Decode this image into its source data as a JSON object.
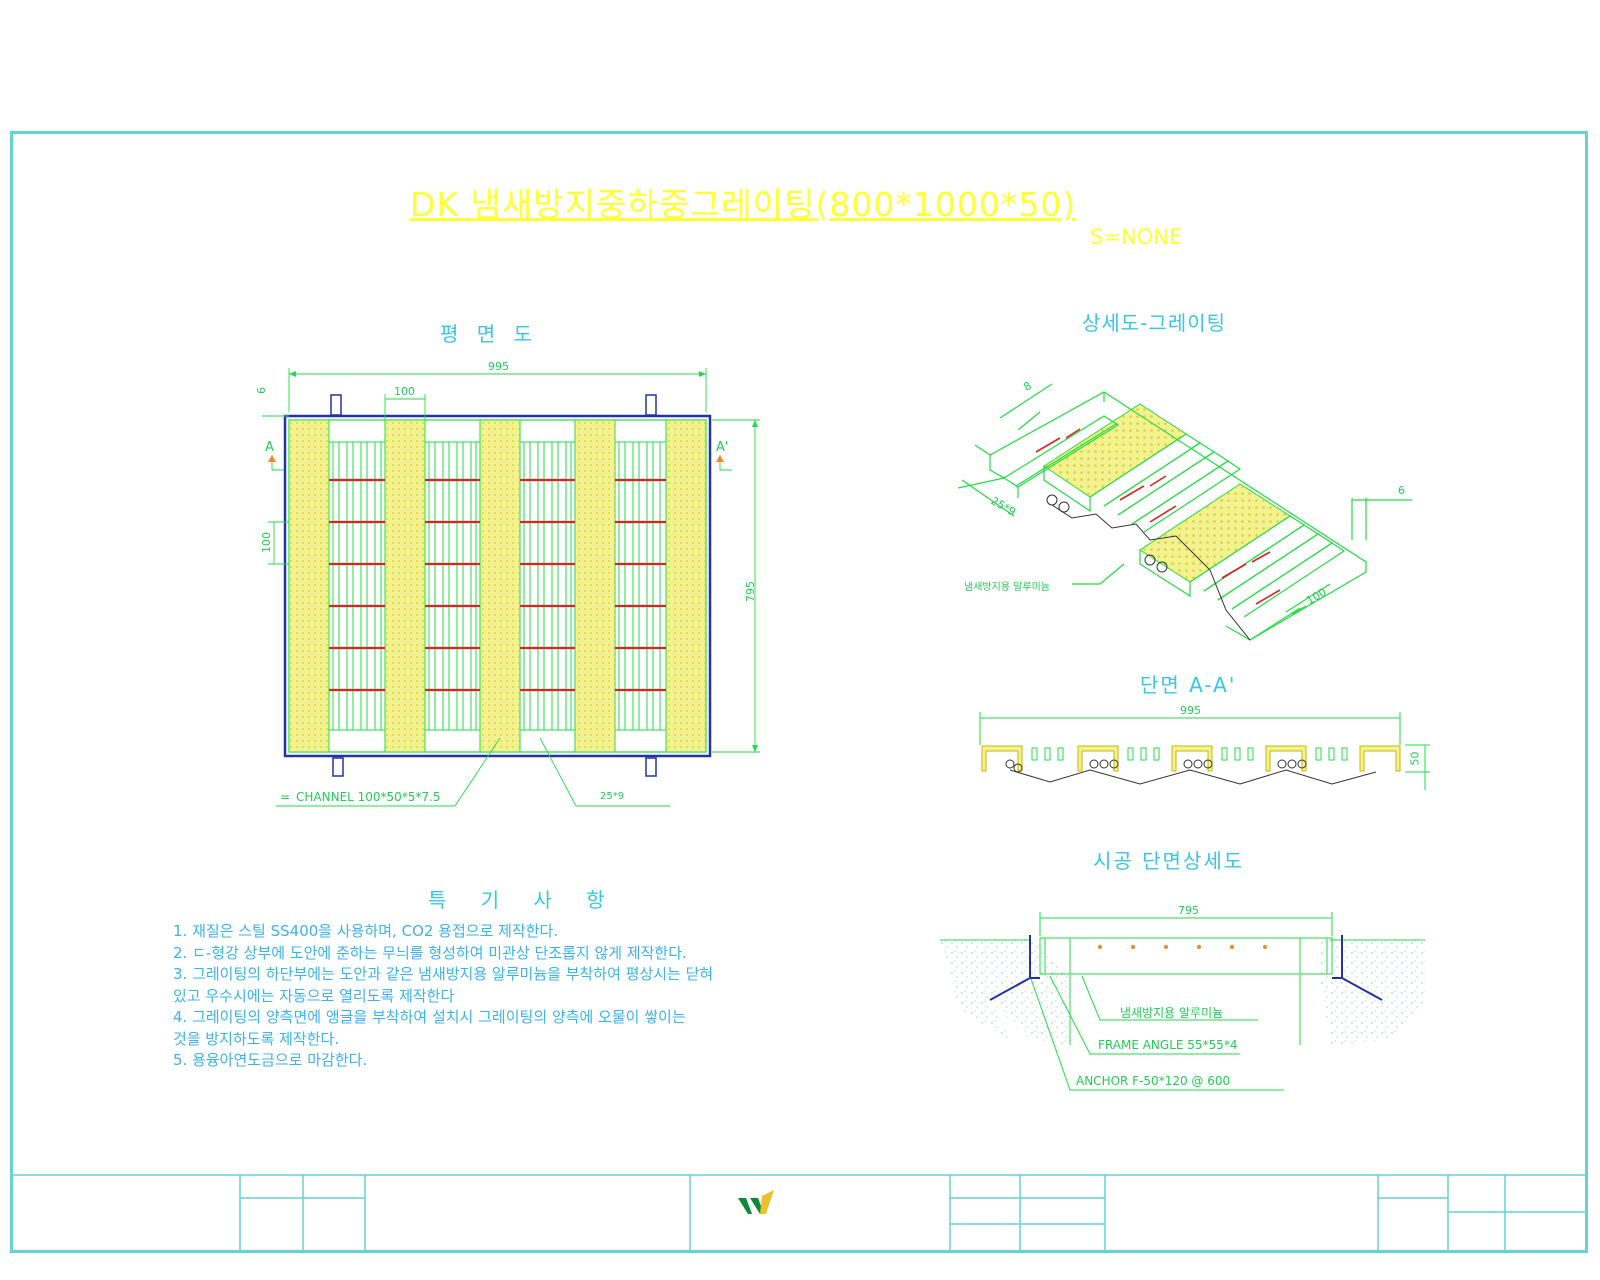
{
  "drawing": {
    "title": "DK 냄새방지중하중그레이팅(800*1000*50)",
    "scale": "S=NONE"
  },
  "views": {
    "plan": {
      "title": "평 면 도",
      "dim_width": "995",
      "dim_height": "795",
      "dim_pitch_top": "100",
      "dim_pitch_left": "100",
      "dim_edge": "6",
      "section_left": "A",
      "section_right": "A'",
      "callout_channel": "CHANNEL 100*50*5*7.5",
      "callout_bar": "25*9"
    },
    "detail": {
      "title": "상세도-그레이팅",
      "dim_top": "8",
      "dim_right": "6",
      "dim_bar": "25*9",
      "dim_pitch": "100",
      "callout_flap": "냄새방지용 알루미늄"
    },
    "section": {
      "title": "단면 A-A'",
      "dim_width": "995",
      "dim_height": "50"
    },
    "install": {
      "title": "시공 단면상세도",
      "dim_width": "795",
      "callout_flap": "냄새방지용 알루미늄",
      "callout_frame": "FRAME ANGLE 55*55*4",
      "callout_anchor": "ANCHOR F-50*120 @ 600"
    }
  },
  "notes": {
    "title": "특 기 사 항",
    "items": [
      "1.  재질은 스틸 SS400을 사용하며, CO2 용접으로 제작한다.",
      "2. ㄷ-형강 상부에 도안에 준하는 무늬를 형성하여 미관상 단조롭지 않게 제작한다.",
      "3. 그레이팅의 하단부에는 도안과 같은 냄새방지용 알루미늄을 부착하여 평상시는 닫혀",
      "있고 우수시에는 자동으로 열리도록 제작한다",
      "4. 그레이팅의 양측면에 앵글을 부착하여 설치시 그레이팅의 양측에 오물이 쌓이는",
      "것을 방지하도록 제작한다.",
      "5. 용융아연도금으로 마감한다."
    ]
  },
  "colors": {
    "border": "#63d4d1",
    "title": "#ffff33",
    "green_line": "#22dd44",
    "yellow_fill": "#f2f290",
    "red_bar": "#dd2222",
    "blue_frame": "#2233aa",
    "note_text": "#3ab3f0"
  }
}
